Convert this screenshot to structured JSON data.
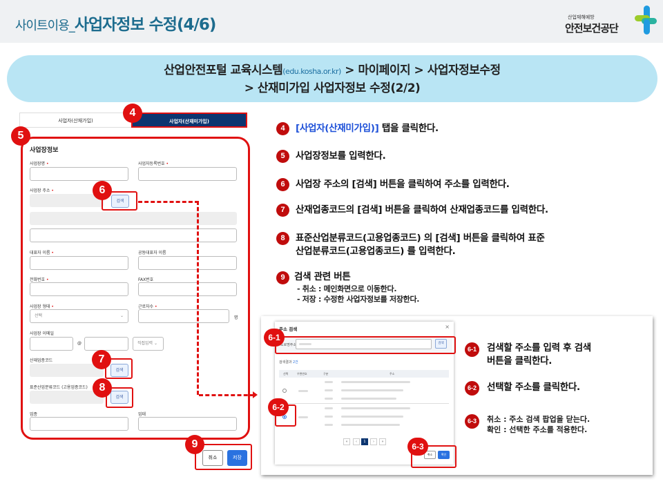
{
  "header": {
    "title_prefix": "사이트이용_",
    "title_main": "사업자정보 수정(4/6)",
    "logo_sub": "산업재해예방",
    "logo_main": "안전보건공단"
  },
  "breadcrumb": {
    "line1_a": "산업안전포털 교육시스템",
    "url": "(edu.kosha.or.kr)",
    "line1_b": " > 마이페이지  > 사업자정보수정",
    "line2": "> 산재미가입 사업자정보 수정(2/2)"
  },
  "tabs": [
    {
      "label": "사업자(산재가입)"
    },
    {
      "label": "사업자(산재미가입)"
    }
  ],
  "form": {
    "section_title": "사업장정보",
    "labels": {
      "name": "사업장명",
      "bizno": "사업자등록번호",
      "address": "사업장 주소",
      "rep": "대표자 이름",
      "corep": "공동대표자 이름",
      "phone": "전화번호",
      "fax": "FAX번호",
      "type": "사업장 형태",
      "workers": "근로자수",
      "email": "사업장 이메일",
      "industry_code": "산재업종코드",
      "std_code": "표준산업분류코드 (고용업종코드)",
      "business": "업종",
      "category": "업태"
    },
    "search_label": "검색",
    "type_placeholder": "선택",
    "workers_unit": "명",
    "email_at": "@",
    "email_domain_select": "직접입력",
    "cancel": "취소",
    "save": "저장"
  },
  "badges": {
    "b4": "4",
    "b5": "5",
    "b6": "6",
    "b7": "7",
    "b8": "8",
    "b9": "9",
    "b61": "6-1",
    "b62": "6-2",
    "b63": "6-3"
  },
  "instructions": {
    "i4_link": "[사업자(산재미가입)]",
    "i4_rest": " 탭을 클릭한다.",
    "i5": "사업장정보를 입력한다.",
    "i6": "사업장 주소의 [검색] 버튼을 클릭하여 주소를 입력한다.",
    "i7": "산재업종코드의 [검색] 버튼을 클릭하여 산재업종코드를 입력한다.",
    "i8a": "표준산업분류코드(고용업종코드) 의 [검색] 버튼을 클릭하여 표준",
    "i8b": "산업분류코드(고용업종코드) 를 입력한다.",
    "i9": "검색 관련 버튼",
    "i9a": "- 취소 : 메인화면으로 이동한다.",
    "i9b": "- 저장 : 수정한 사업자정보를 저장한다."
  },
  "popup": {
    "title": "주소 검색",
    "close": "×",
    "field_label": "도로명주소",
    "search": "검색",
    "result_prefix": "검색결과 ",
    "result_count": "2건",
    "columns": [
      "선택",
      "우편번호",
      "구분",
      "주소"
    ],
    "pages": [
      "«",
      "‹",
      "1",
      "›",
      "»"
    ],
    "cancel": "취소",
    "confirm": "확인"
  },
  "popup_instructions": {
    "p1a": "검색할 주소를 입력 후 검색",
    "p1b": "버튼을 클릭한다.",
    "p2": "선택할 주소를 클릭한다.",
    "p3a": "취소 : 주소 검색 팝업을 닫는다.",
    "p3b": "확인 : 선택한 주소를 적용한다."
  },
  "colors": {
    "accent_red": "#e01010",
    "navy": "#0c3570",
    "primary_blue": "#2a72e0",
    "crumb_bg": "#b9e5f4"
  }
}
